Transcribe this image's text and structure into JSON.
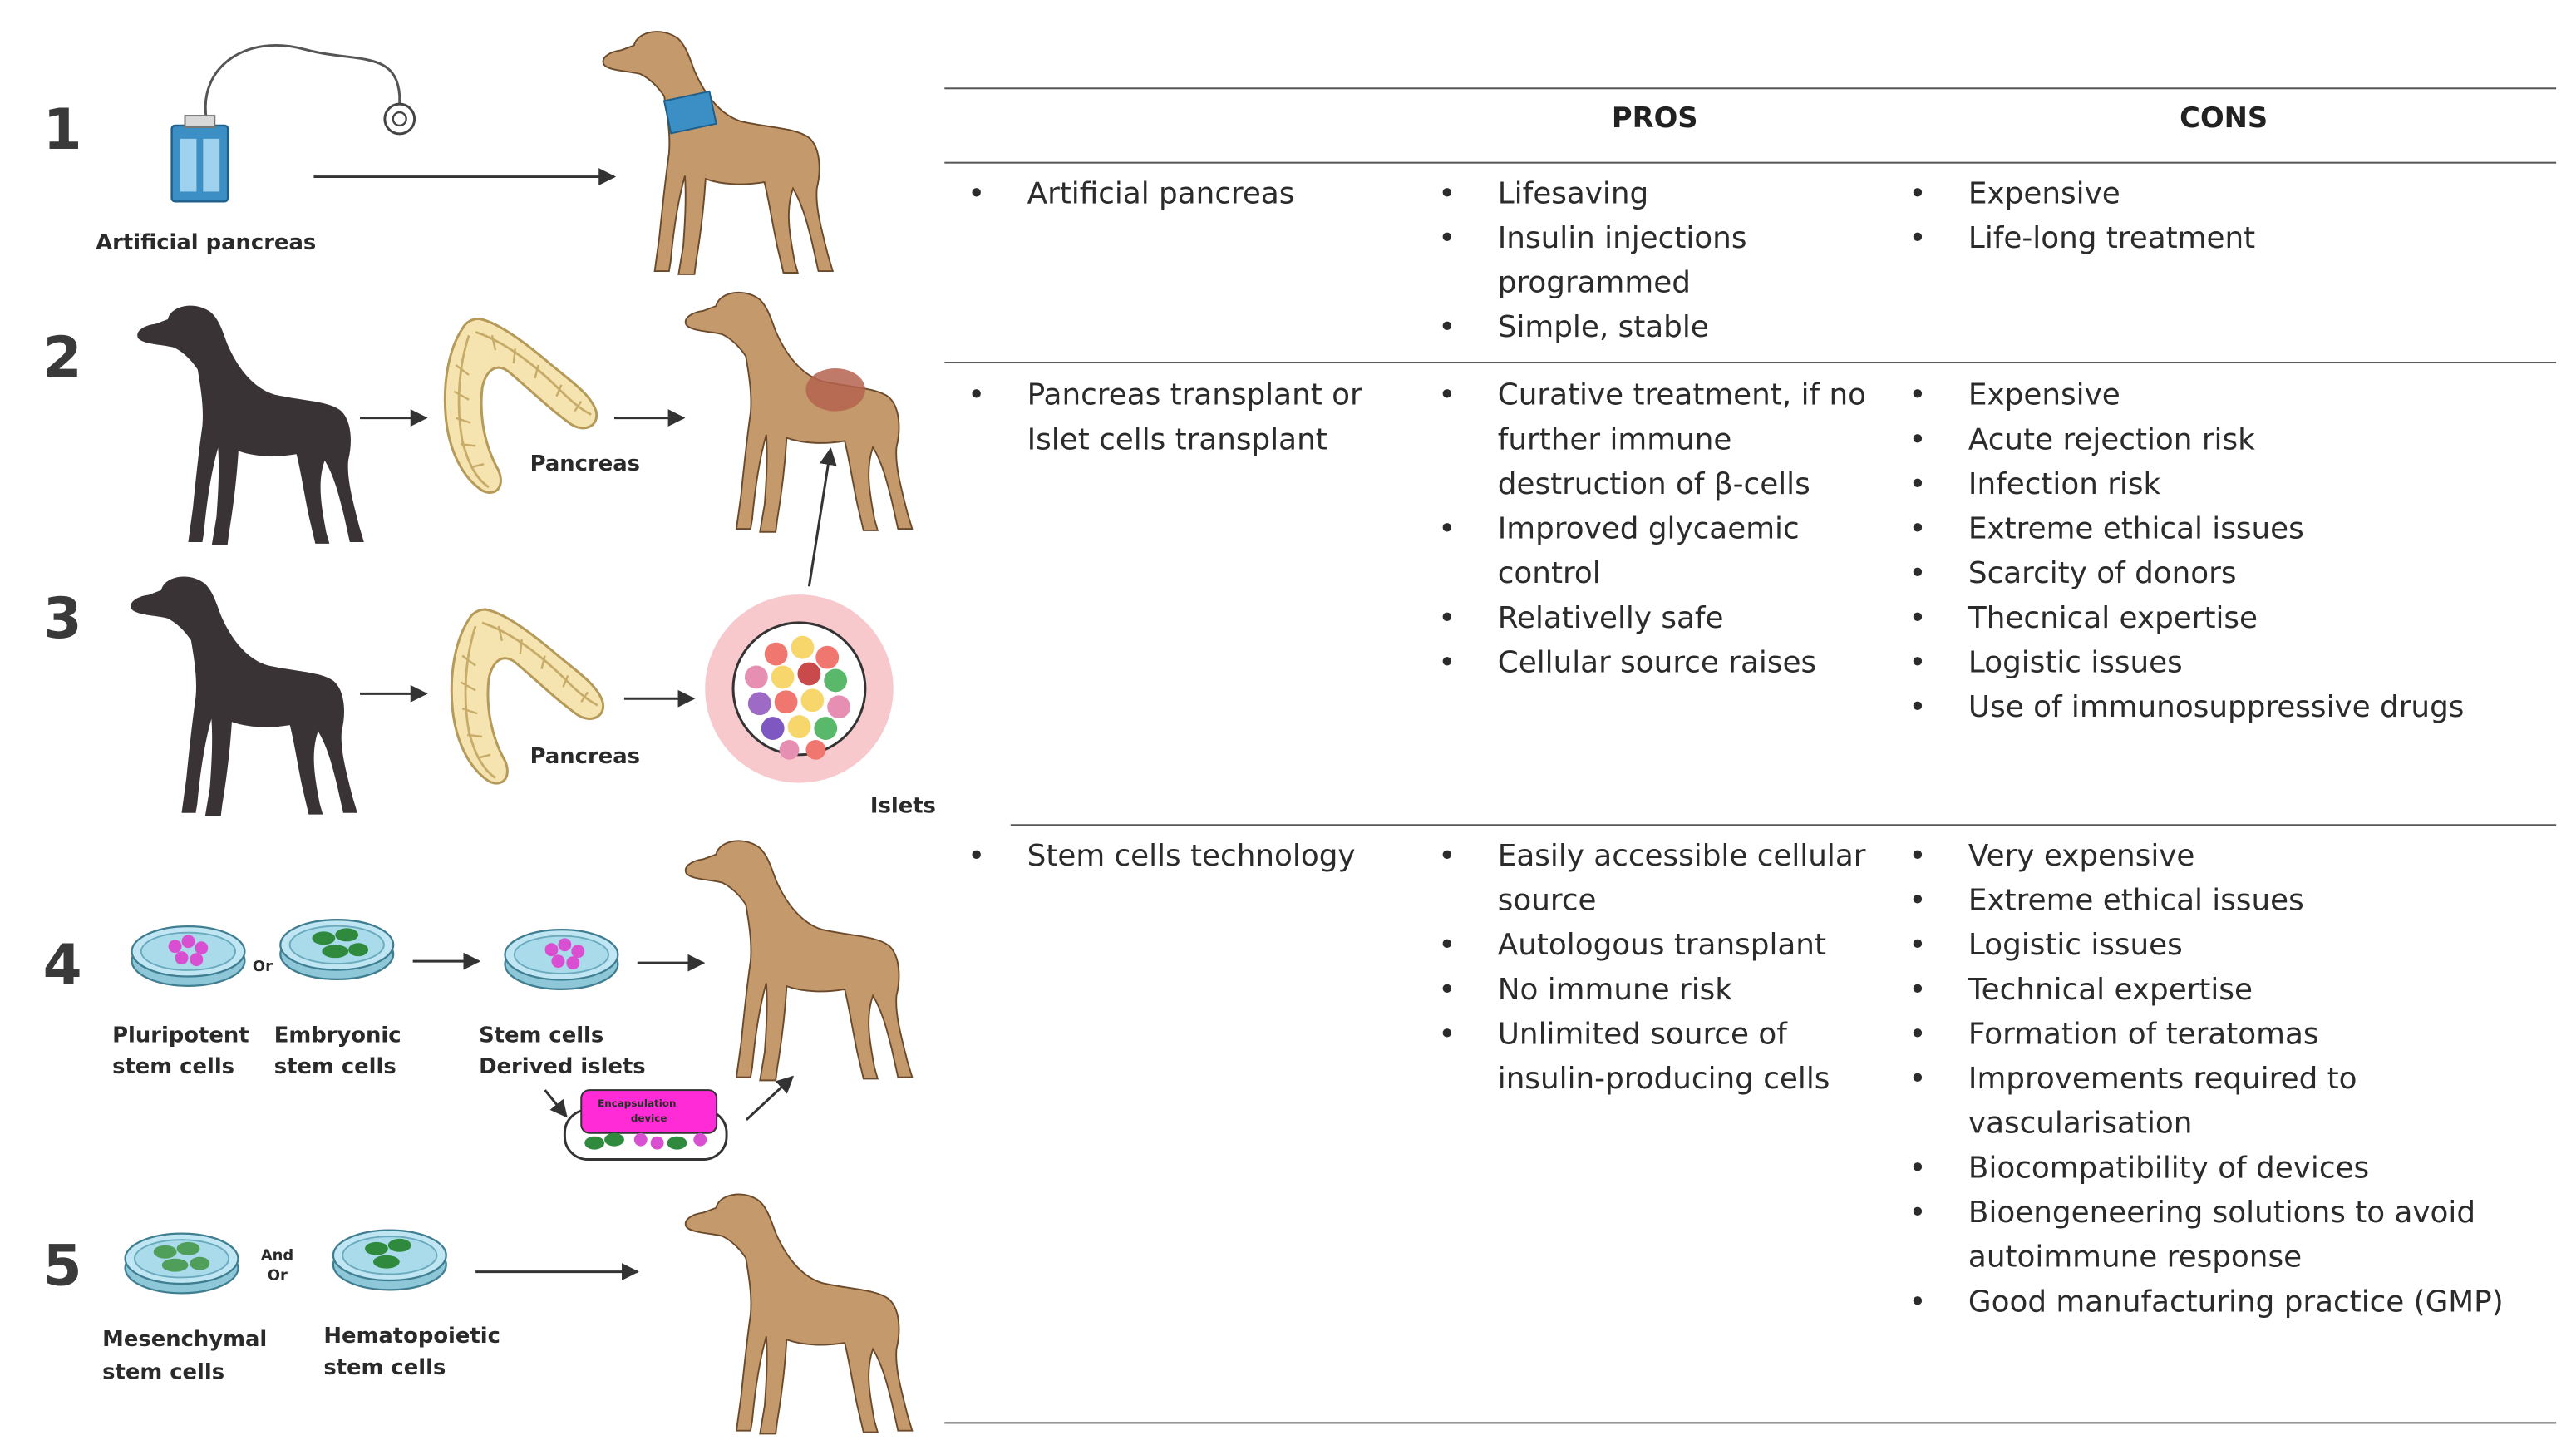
{
  "illustration": {
    "steps": [
      "1",
      "2",
      "3",
      "4",
      "5"
    ],
    "labels": {
      "artificial_pancreas": "Artificial  pancreas",
      "pancreas": "Pancreas",
      "islets": "Islets",
      "or": "Or",
      "and": "And",
      "pluripotent_1": "Pluripotent",
      "pluripotent_2": "stem cells",
      "embryonic_1": "Embryonic",
      "embryonic_2": "stem cells",
      "derived_1": "Stem cells",
      "derived_2": "Derived islets",
      "mesenchymal_1": "Mesenchymal",
      "mesenchymal_2": "stem cells",
      "hematopoietic_1": "Hematopoietic",
      "hematopoietic_2": "stem cells",
      "device_1": "Encapsulation",
      "device_2": "device"
    },
    "icons": [
      "dog-icon",
      "insulin-pump-icon",
      "pancreas-icon",
      "islets-icon",
      "petri-dish-icon",
      "encapsulation-device-icon"
    ],
    "colors": {
      "dog_healthy": "#c49a6c",
      "dog_donor": "#3a3335",
      "pancreas": "#f5e3b0",
      "dish": "#bfe6f2",
      "islet_ring": "#f7c8cc",
      "device": "#ff2bd6"
    }
  },
  "table": {
    "headers": {
      "pros": "PROS",
      "cons": "CONS"
    },
    "rows": [
      {
        "therapy": [
          "Artificial pancreas"
        ],
        "pros": [
          "Lifesaving",
          "Insulin injections programmed",
          "Simple, stable"
        ],
        "cons": [
          "Expensive",
          "Life-long treatment"
        ]
      },
      {
        "therapy": [
          "Pancreas transplant or Islet cells transplant"
        ],
        "pros": [
          "Curative treatment, if no further immune destruction of β-cells",
          "Improved glycaemic control",
          "Relativelly safe",
          "Cellular source raises"
        ],
        "cons": [
          "Expensive",
          "Acute rejection risk",
          "Infection risk",
          "Extreme ethical issues",
          "Scarcity of donors",
          "Thecnical expertise",
          "Logistic issues",
          "Use of immunosuppressive drugs"
        ]
      },
      {
        "therapy": [
          "Stem cells technology"
        ],
        "pros": [
          "Easily accessible cellular source",
          "Autologous transplant",
          "No immune risk",
          "Unlimited source of insulin-producing cells"
        ],
        "cons": [
          "Very expensive",
          "Extreme ethical issues",
          "Logistic issues",
          "Technical expertise",
          "Formation of teratomas",
          "Improvements required to vascularisation",
          "Biocompatibility of devices",
          "Bioengeneering solutions to avoid autoimmune response",
          "Good manufacturing practice (GMP)"
        ]
      }
    ]
  }
}
